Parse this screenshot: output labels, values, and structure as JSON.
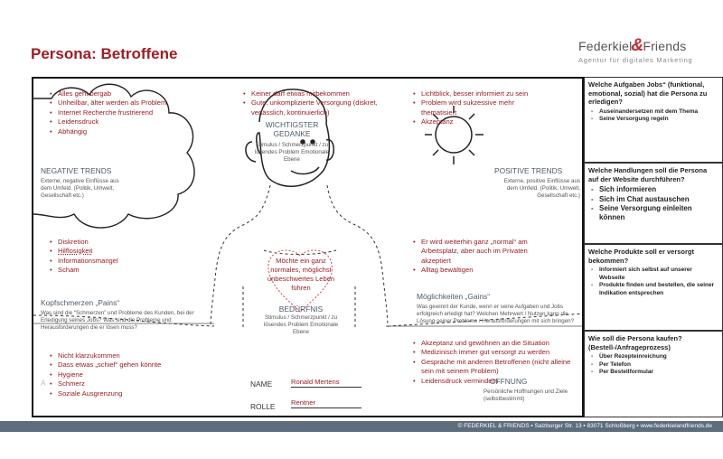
{
  "header": {
    "title": "Persona: Betroffene",
    "logo_main_left": "Federkiel",
    "logo_amp": "&",
    "logo_main_right": "Friends",
    "logo_tagline": "Agentur für digitales Marketing"
  },
  "canvas": {
    "negative_bullets": [
      "Alles geht bergab",
      "Unheilbar, älter werden als Problem",
      "Internet Recherche frustrierend",
      "Leidensdruck",
      "Abhängig"
    ],
    "negative_title": "NEGATIVE TRENDS",
    "negative_desc": "Externe, negative Einflüsse aus dem Umfeld. (Politik, Umwelt, Gesellschaft etc.)",
    "thought_bullets": [
      "Keiner darf etwas mitbekommen",
      "Gute, unkomplizierte Versorgung (diskret, verlässlich, kontinuierlich)"
    ],
    "thought_title": "WICHTIGSTER GEDANKE",
    "thought_desc": "Stimulus / Schmerzpunkt / zu lösendes Problem Emotionale Ebene",
    "positive_bullets": [
      "Lichtblick, besser informiert zu sein",
      "Problem wird sukzessive mehr thematisiert",
      "Akzeptanz"
    ],
    "positive_title": "POSITIVE TRENDS",
    "positive_desc": "Externe, positive Einflüsse aus dem Umfeld. (Politik, Umwelt, Gesellschaft etc.)",
    "pains_bullets": [
      "Diskretion",
      "Hilflosigkeit",
      "Informationsmangel",
      "Scham"
    ],
    "pains_title": "Kopfschmerzen „Pains“",
    "pains_desc": "Was sind die “Schmerzen” und Probleme des Kunden, bei der Erledigung seines Jobs? Was sind die Probleme und Herausforderungen die er lösen muss?",
    "need_text": "Möchte ein ganz normales, möglichst unbeschwertes Leben führen",
    "need_title": "BEDÜRFNIS",
    "need_desc": "Stimulus / Schmerzpunkt / zu lösendes Problem Emotionale Ebene",
    "gains_bullets": [
      "Er wird weiterhin ganz „normal“ am Arbeitsplatz, aber auch im Privaten akzeptiert",
      "Alltag bewältigen"
    ],
    "gains_title": "Möglichkeiten „Gains“",
    "gains_desc": "Was gewinnt der Kunde, wenn er seine Aufgaben und Jobs erfolgreich erledigt hat? Welchen Mehrwert / Nutzen kann die Lösung seiner Probleme / Herausforderungen mit sich bringen?",
    "fears_bullets": [
      "Nicht klarzukommen",
      "Dass etwas „schief“ gehen könnte",
      "Hygiene",
      "Schmerz",
      "Soziale Ausgrenzung"
    ],
    "fears_faint": "Ä",
    "hopes_bullets": [
      "Akzeptanz und gewöhnen an die Situation",
      "Medizinisch immer gut versorgt zu werden",
      "Gespräche mit anderen Betroffenen (nicht alleine sein mit seinem Problem)",
      "Leidensdruck vermindern"
    ],
    "hopes_title": "OFFNUNG",
    "hopes_desc": "Persönliche Hoffnungen und Ziele (selbstbestimmt)",
    "name_label": "NAME",
    "name_value": "Ronald Mertens",
    "role_label": "ROLLE",
    "role_value": "Rentner"
  },
  "sidebar": {
    "jobs_question": "Welche Aufgaben Jobs“ (funktional, emotional, sozial) hat die Persona zu erledigen?",
    "jobs_items": [
      "Auseinandersetzen mit dem Thema",
      "Seine Versorgung regeln"
    ],
    "actions_question": "Welche Handlungen soll die Persona auf der Website durchführen?",
    "actions_items": [
      "Sich informieren",
      "Sich im Chat austauschen",
      "Seine Versorgung einleiten können"
    ],
    "products_question": "Welche Produkte soll er versorgt bekommen?",
    "products_items": [
      "Informiert sich selbst auf unserer Webseite",
      "Produkte finden und bestellen, die seiner Indikation entsprechen"
    ],
    "buy_question": "Wie soll die Persona kaufen? (Bestell-/Anfrageprozess)",
    "buy_items": [
      "Über Rezepteinreichung",
      "Per Telefon",
      "Per Bestellformular"
    ]
  },
  "footer": {
    "text": "© FEDERKIEL & FRIENDS ▪ Salzburger Str. 13 ▪ 83071 Schloßberg ▪ www.federkielandfriends.de"
  }
}
